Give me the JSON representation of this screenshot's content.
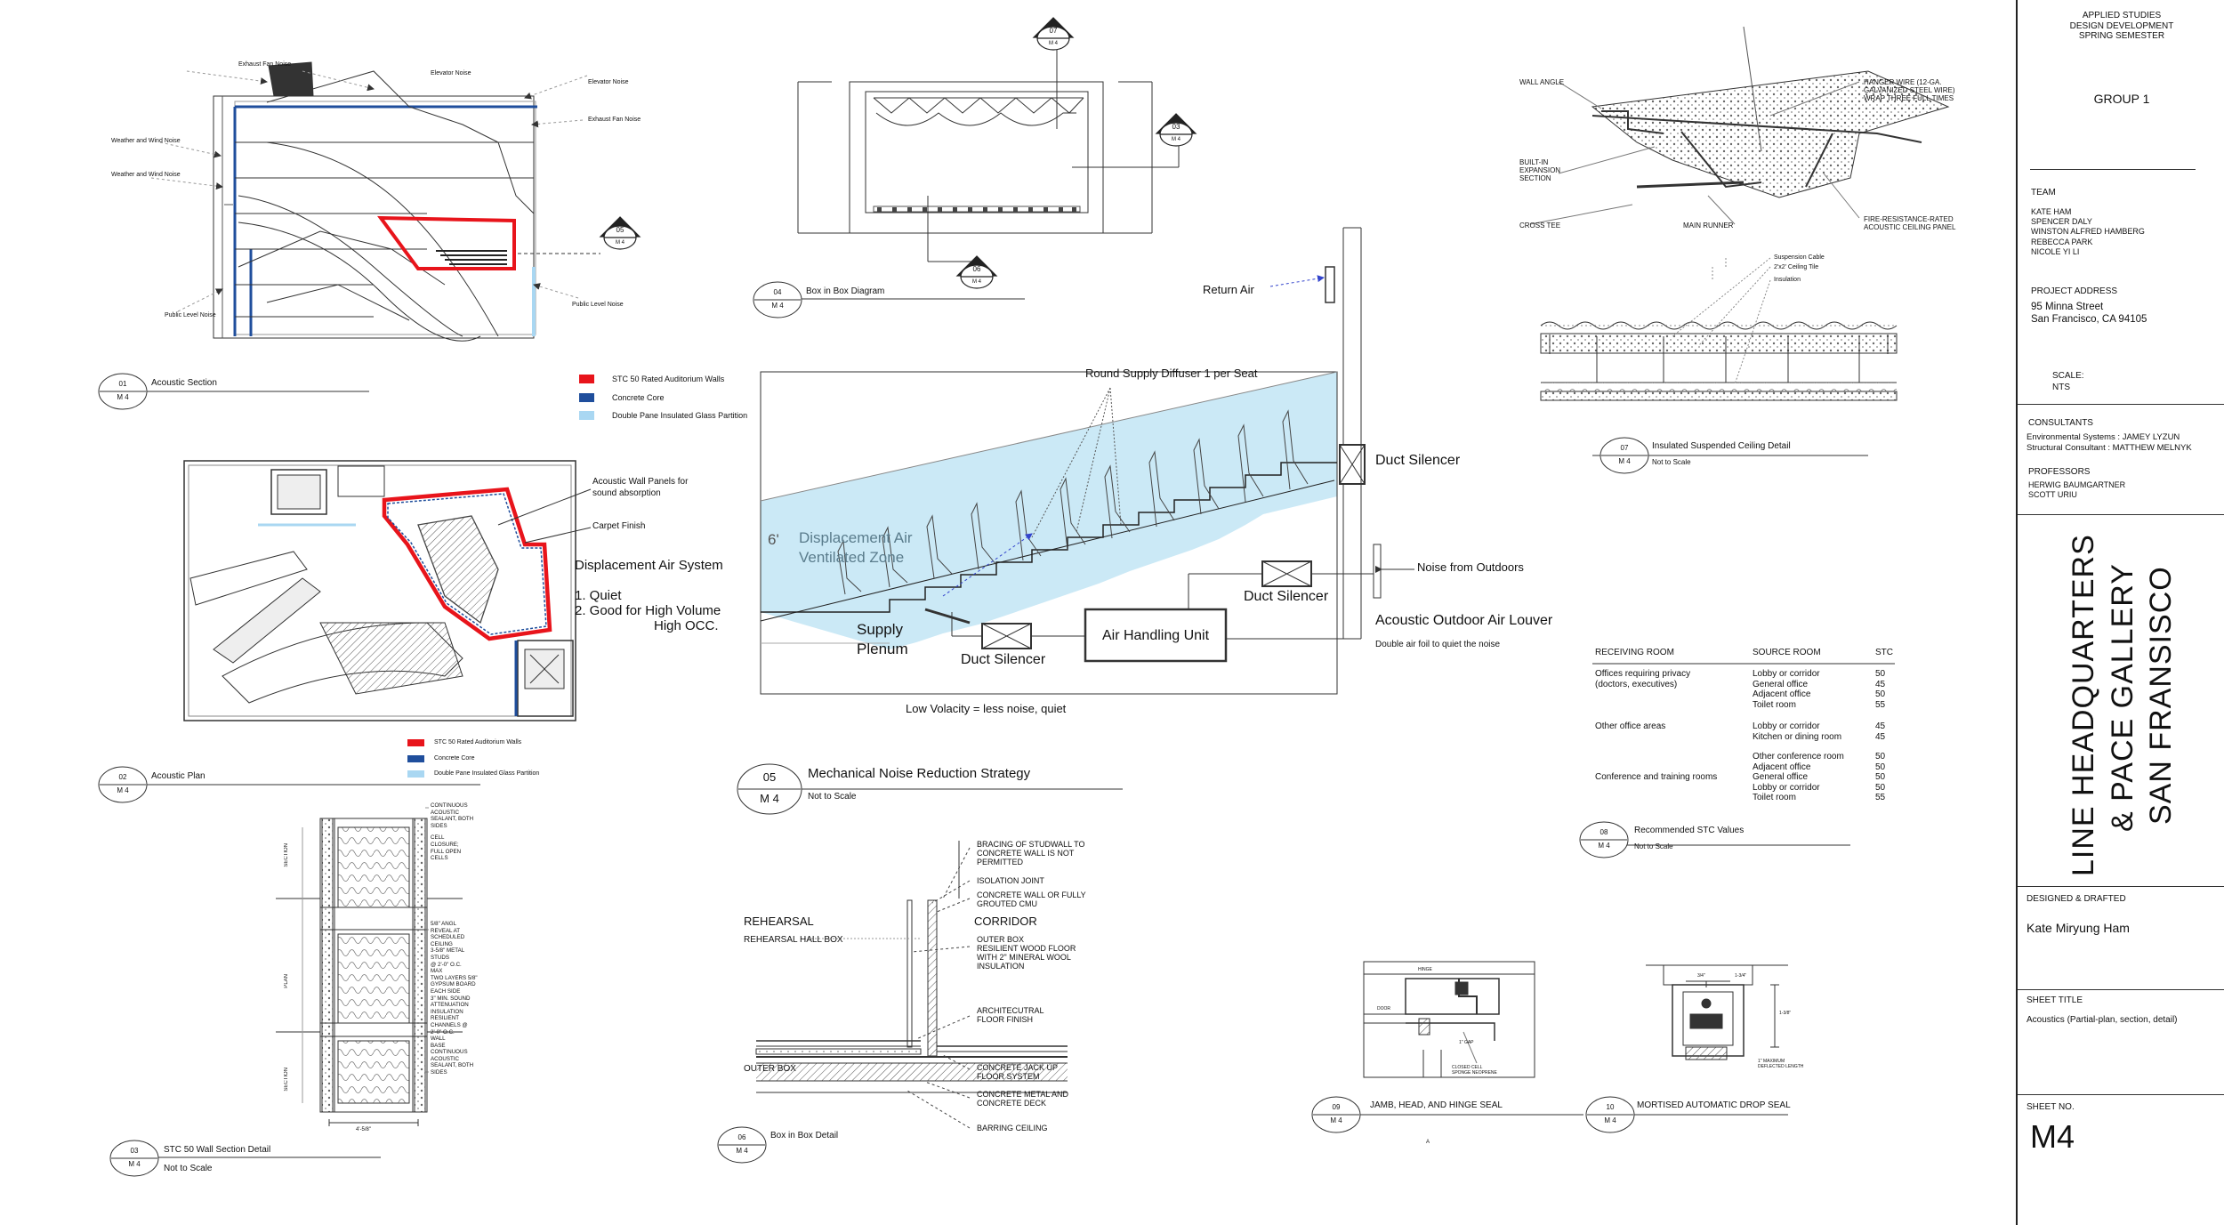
{
  "sheet": {
    "header": [
      "APPLIED STUDIES",
      "DESIGN DEVELOPMENT",
      "SPRING SEMESTER"
    ],
    "group": "GROUP 1",
    "team_label": "TEAM",
    "team": [
      "KATE HAM",
      "SPENCER DALY",
      "WINSTON ALFRED HAMBERG",
      "REBECCA PARK",
      "NICOLE YI LI"
    ],
    "address_label": "PROJECT ADDRESS",
    "address": [
      "95 Minna Street",
      "San Francisco, CA 94105"
    ],
    "scale_label": "SCALE:",
    "scale": "NTS",
    "consultants_label": "CONSULTANTS",
    "consultants": [
      "Environmental Systems : JAMEY LYZUN",
      "Structural Consultant : MATTHEW MELNYK"
    ],
    "professors_label": "PROFESSORS",
    "professors": [
      "HERWIG BAUMGARTNER",
      "SCOTT URIU"
    ],
    "project_title": [
      "LINE HEADQUARTERS",
      "& PACE GALLERY",
      "SAN FRANSISCO"
    ],
    "designed_label": "DESIGNED & DRAFTED",
    "designer": "Kate Miryung Ham",
    "sheet_title_label": "SHEET TITLE",
    "sheet_title": "Acoustics (Partial-plan, section, detail)",
    "sheet_no_label": "SHEET NO.",
    "sheet_no": "M4"
  },
  "drawings": {
    "d01": {
      "num": "01",
      "sheet": "M 4",
      "title": "Acoustic Section"
    },
    "d02": {
      "num": "02",
      "sheet": "M 4",
      "title": "Acoustic Plan"
    },
    "d03": {
      "num": "03",
      "sheet": "M 4",
      "title": "STC 50 Wall Section Detail",
      "subtitle": "Not to Scale"
    },
    "d04": {
      "num": "04",
      "sheet": "M 4",
      "title": "Box in Box Diagram"
    },
    "d05": {
      "num": "05",
      "sheet": "M 4",
      "title": "Mechanical Noise Reduction Strategy",
      "subtitle": "Not to Scale"
    },
    "d06": {
      "num": "06",
      "sheet": "M 4",
      "title": "Box in Box Detail"
    },
    "d07": {
      "num": "07",
      "sheet": "M 4",
      "title": "Insulated Suspended Ceiling Detail",
      "subtitle": "Not to Scale"
    },
    "d08": {
      "num": "08",
      "sheet": "M 4",
      "title": "Recommended STC Values",
      "subtitle": "Not to Scale"
    },
    "d09": {
      "num": "09",
      "sheet": "M 4",
      "title": "JAMB, HEAD, AND HINGE SEAL"
    },
    "d10": {
      "num": "10",
      "sheet": "M 4",
      "title": "MORTISED AUTOMATIC DROP SEAL"
    }
  },
  "callouts": {
    "c05": {
      "num": "05",
      "sheet": "M 4"
    },
    "c07": {
      "num": "07",
      "sheet": "M 4"
    },
    "c03": {
      "num": "03",
      "sheet": "M 4"
    },
    "c06": {
      "num": "06",
      "sheet": "M 4"
    }
  },
  "section_labels": {
    "exhaust_fan": "Exhaust Fan Noise",
    "elevator_1": "Elevator Noise",
    "elevator_2": "Elevator Noise",
    "weather_wind": "Weather and Wind Noise",
    "weather_wind_2": "Weather and Wind Noise",
    "exhaust_fan_2": "Exhaust Fan Noise",
    "public_level_1": "Public Level Noise",
    "public_level_2": "Public Level Noise"
  },
  "legend_top": [
    "STC 50 Rated Auditorium Walls",
    "Concrete Core",
    "Double Pane Insulated Glass Partition"
  ],
  "legend_bottom": [
    "STC 50 Rated Auditorium Walls",
    "Concrete Core",
    "Double Pane Insulated Glass Partition"
  ],
  "legend_colors": {
    "stc": "#e8141b",
    "core": "#1f4e9c",
    "glass": "#a9d7f2"
  },
  "plan": {
    "acoustic_panels": [
      "Acoustic Wall Panels for",
      "sound absorption"
    ],
    "carpet": "Carpet Finish",
    "das_title": "Displacement Air System",
    "das_items": [
      "1. Quiet",
      "2. Good for High Volume",
      "High OCC."
    ]
  },
  "mech": {
    "return_air": "Return Air",
    "diffuser": "Round Supply Diffuser 1 per Seat",
    "duct_silencer_right": "Duct Silencer",
    "duct_silencer_mid": "Duct Silencer",
    "duct_silencer_bottom": "Duct Silencer",
    "height": "6'",
    "zone": [
      "Displacement Air",
      "Ventilated Zone"
    ],
    "supply": [
      "Supply",
      "Plenum"
    ],
    "ahu": "Air Handling Unit",
    "noise_outdoors": "Noise from Outdoors",
    "louver": "Acoustic Outdoor Air Louver",
    "louver_note": "Double air foil to quiet the noise",
    "low_velocity": "Low Volacity = less noise, quiet"
  },
  "ceiling": {
    "wall_angle": "WALL ANGLE",
    "hanger": [
      "HANGER WIRE (12-GA.",
      "GALVANIZED STEEL WIRE)",
      "WRAP THREE FULL TIMES"
    ],
    "expansion": [
      "BUILT-IN",
      "EXPANSION",
      "SECTION"
    ],
    "fire": [
      "FIRE-RESISTANCE-RATED",
      "ACOUSTIC CEILING PANEL"
    ],
    "cross_tee": "CROSS TEE",
    "main_runner": "MAIN RUNNER",
    "cable": "Suspension Cable",
    "tile": "2'x2' Ceiling Tile",
    "insulation": "Insulation"
  },
  "stc_table": {
    "headers": [
      "RECEIVING ROOM",
      "SOURCE ROOM",
      "STC"
    ],
    "groups": [
      {
        "receiving": [
          "Offices requiring privacy",
          "(doctors, executives)"
        ],
        "sources": [
          "Lobby or corridor",
          "General office",
          "Adjacent office",
          "Toilet room"
        ],
        "stc": [
          "50",
          "45",
          "50",
          "55"
        ]
      },
      {
        "receiving": [
          "Other office areas"
        ],
        "sources": [
          "Lobby or corridor",
          "Kitchen or dining room"
        ],
        "stc": [
          "45",
          "45"
        ]
      },
      {
        "receiving": [
          "Conference and training rooms"
        ],
        "sources": [
          "Other conference room",
          "Adjacent office",
          "General office",
          "Lobby or corridor",
          "Toilet room"
        ],
        "stc": [
          "50",
          "50",
          "50",
          "50",
          "55"
        ]
      }
    ]
  },
  "wall_notes": [
    "CONTINUOUS",
    "ACOUSTIC",
    "SEALANT, BOTH",
    "SIDES",
    "CELL",
    "CLOSURE;",
    "FULL OPEN",
    "CELLS",
    "5/8\" ANGL",
    "REVEAL AT",
    "SCHEDULED",
    "CEILING",
    "3-5/8\" METAL",
    "STUDS",
    "@ 2'-0\" O.C.",
    "MAX",
    "TWO LAYERS 5/8\"",
    "GYPSUM BOARD",
    "EACH SIDE",
    "3\" MIN. SOUND",
    "ATTENUATION",
    "INSULATION",
    "RESILIENT",
    "CHANNELS @",
    "2'-0\" O.C.",
    "WALL",
    "BASE",
    "CONTINUOUS",
    "ACOUSTIC",
    "SEALANT, BOTH",
    "SIDES"
  ],
  "wall_marks": {
    "section_top": "SECTION",
    "plan": "PLAN",
    "section_bottom": "SECTION",
    "width": "4'-5/8\""
  },
  "bib": {
    "rehearsal": "REHEARSAL",
    "corridor": "CORRIDOR",
    "rehearsal_box": "REHEARSAL HALL BOX",
    "outer_box": "OUTER BOX",
    "notes": [
      "BRACING OF STUDWALL TO",
      "CONCRETE WALL IS NOT",
      "PERMITTED",
      "ISOLATION JOINT",
      "CONCRETE WALL OR FULLY",
      "GROUTED CMU",
      "OUTER BOX",
      "RESILIENT WOOD FLOOR",
      "WITH 2\" MINERAL WOOL",
      "INSULATION",
      "ARCHITECUTRAL",
      "FLOOR FINISH",
      "CONCRETE JACK UP",
      "FLOOR SYSTEM",
      "CONCRETE METAL AND",
      "CONCRETE DECK",
      "BARRING CEILING"
    ]
  },
  "seal_notes": {
    "jamb": [
      "HINGE",
      "DOOR",
      "1\" GAP",
      "CLOSED CELL",
      "SPONGE NEOPRENE"
    ],
    "drop": [
      "3/4\"",
      "1-3/4\"",
      "1-3/8\"",
      "1\" MAXIMUM",
      "DEFLECTED LENGTH"
    ],
    "mark": "A"
  }
}
